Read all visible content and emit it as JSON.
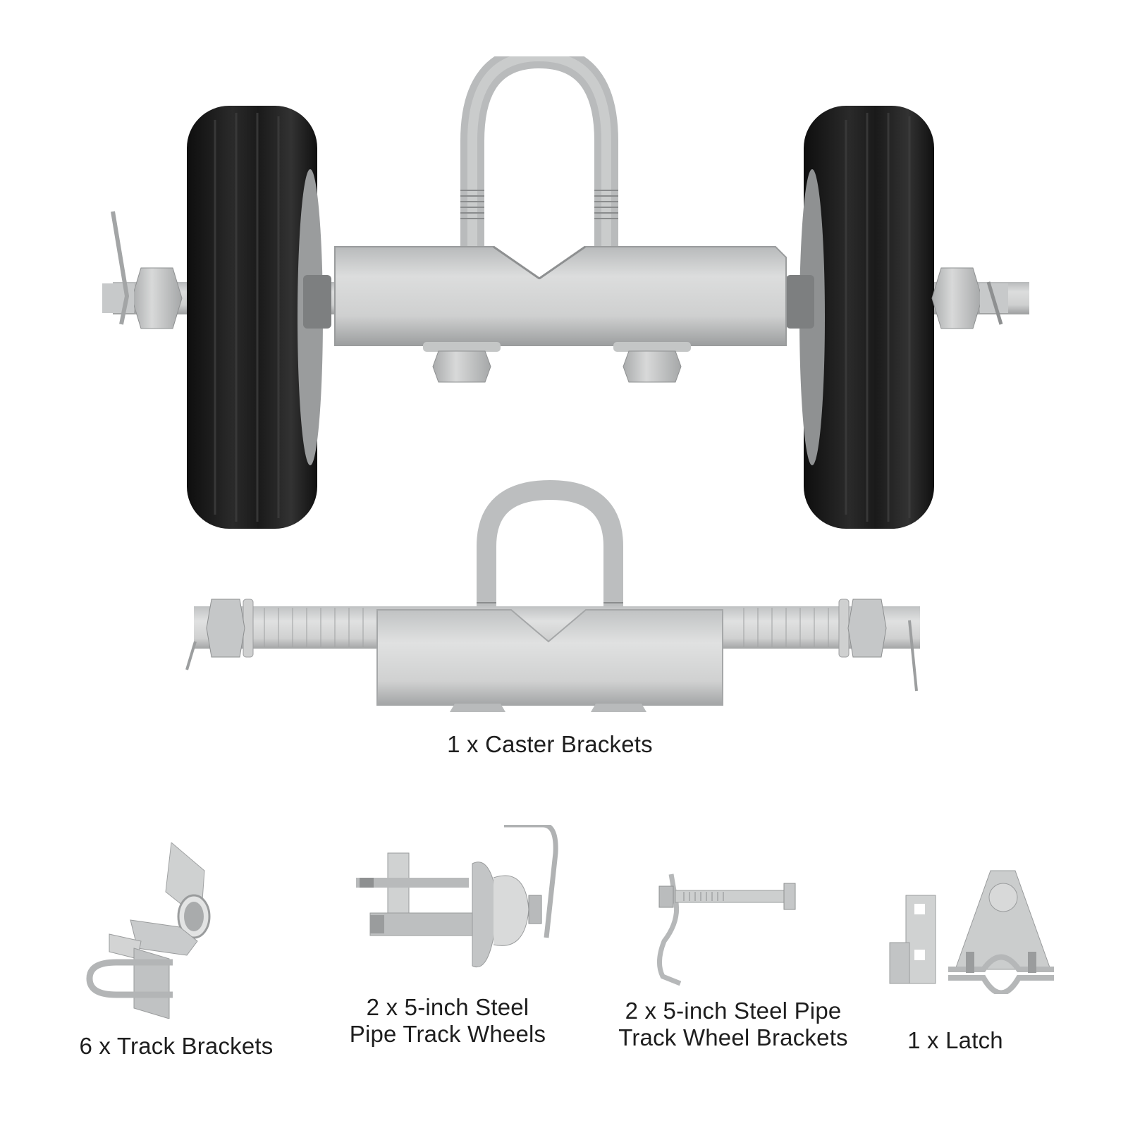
{
  "page": {
    "background": "#ffffff",
    "text_color": "#1e1e1e",
    "metal_color": "#c9cbcc",
    "rubber_color": "#141414"
  },
  "items": [
    {
      "id": "caster-assembly",
      "label_lines": [],
      "depiction": "assembled rolling gate caster with two black rubber wheels, U-bolt clamp and galvanized bracket"
    },
    {
      "id": "caster-brackets",
      "label_lines": [
        "1 x Caster Brackets"
      ],
      "depiction": "galvanized caster bracket with U-bolt and threaded axle, nuts and cotter pins"
    },
    {
      "id": "track-brackets",
      "label_lines": [
        "6 x Track Brackets"
      ],
      "depiction": "galvanized track bracket with pipe sleeve and U-bolt"
    },
    {
      "id": "track-wheels",
      "label_lines": [
        "2 x 5-inch Steel",
        "Pipe Track Wheels"
      ],
      "depiction": "grooved steel track wheel with clamp bracket and hook"
    },
    {
      "id": "track-wheel-brackets",
      "label_lines": [
        "2 x 5-inch Steel Pipe",
        "Track Wheel Brackets"
      ],
      "depiction": "long hex bolt with bent hook plate"
    },
    {
      "id": "latch",
      "label_lines": [
        "1 x Latch"
      ],
      "depiction": "latch plate with square holes and triangular pipe clamp"
    }
  ]
}
